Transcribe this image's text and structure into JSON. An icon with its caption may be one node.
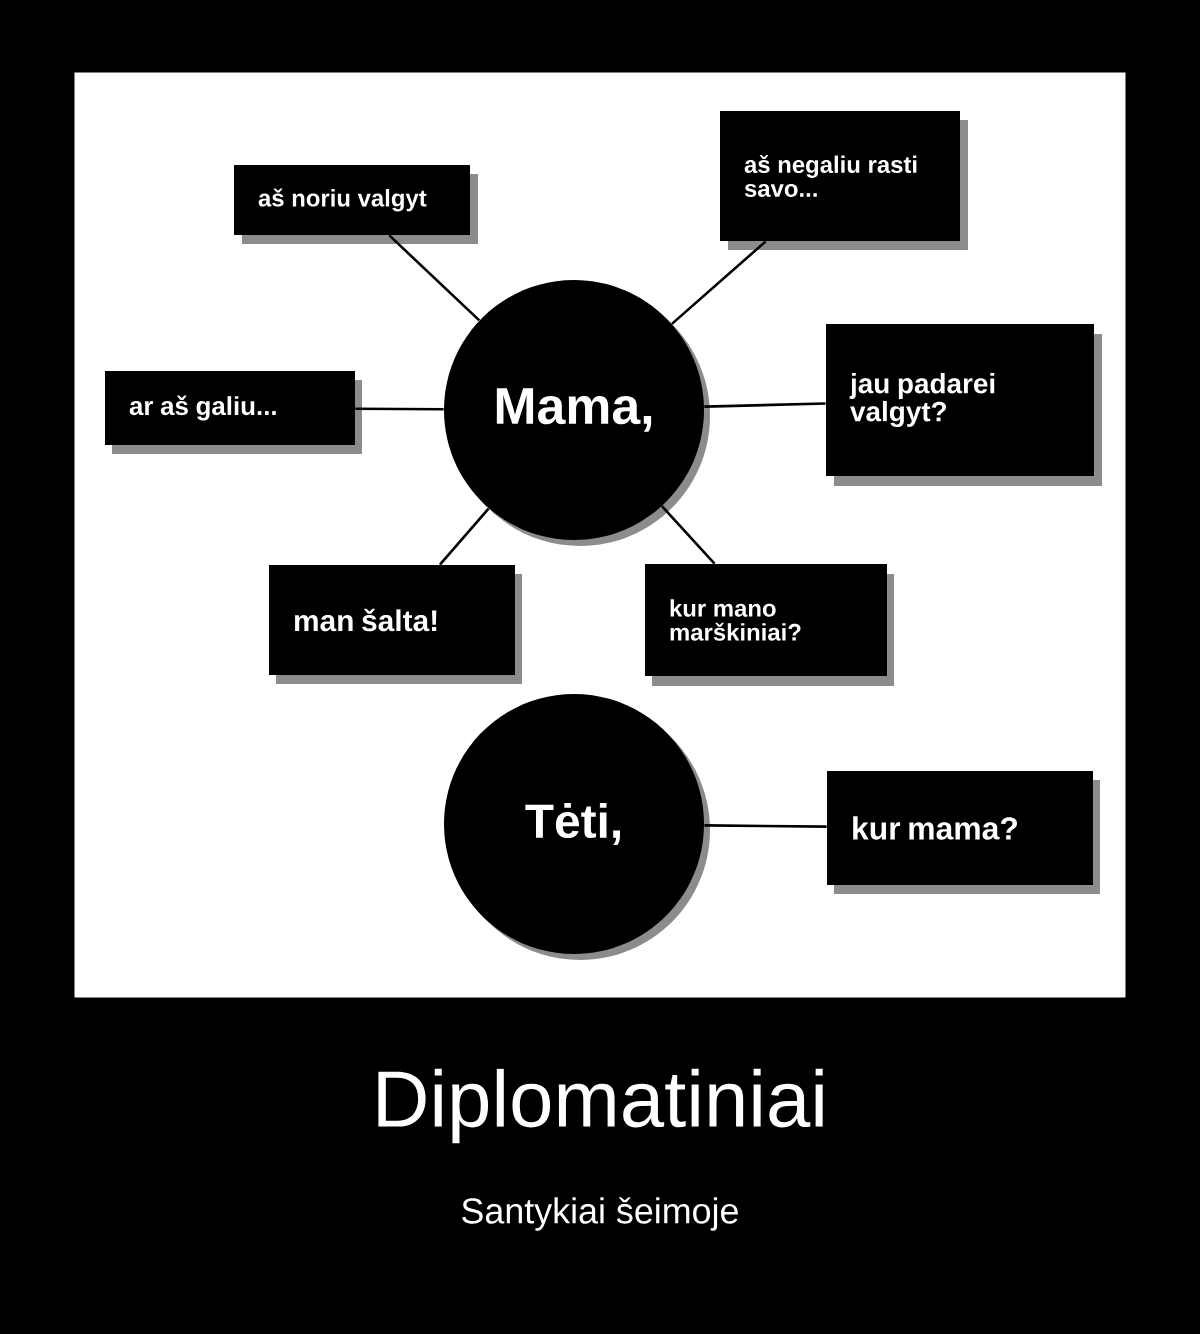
{
  "diagram": {
    "title": "Diplomatiniai",
    "caption": "Santykiai šeimoje",
    "nodes": [
      {
        "text": [
          "aš noriu valgyt"
        ]
      },
      {
        "text": [
          "aš negaliu rasti savo..."
        ]
      },
      {
        "text": [
          "ar aš galiu..."
        ]
      },
      {
        "text": [
          "Mama,"
        ]
      },
      {
        "text": [
          "jau padarei valgyt?"
        ]
      },
      {
        "text": [
          "man šalta!"
        ]
      },
      {
        "text": [
          "kur mano marškiniai?"
        ]
      },
      {
        "text": [
          "Tėti,"
        ]
      },
      {
        "text": [
          "kur mama?"
        ]
      }
    ],
    "edges": [
      {
        "from": 3,
        "to": 0,
        "arrow": "none"
      },
      {
        "from": 3,
        "to": 1,
        "arrow": "none"
      },
      {
        "from": 3,
        "to": 2,
        "arrow": "none"
      },
      {
        "from": 3,
        "to": 4,
        "arrow": "none"
      },
      {
        "from": 3,
        "to": 5,
        "arrow": "none"
      },
      {
        "from": 3,
        "to": 6,
        "arrow": "none"
      },
      {
        "from": 7,
        "to": 8,
        "arrow": "none"
      }
    ]
  }
}
